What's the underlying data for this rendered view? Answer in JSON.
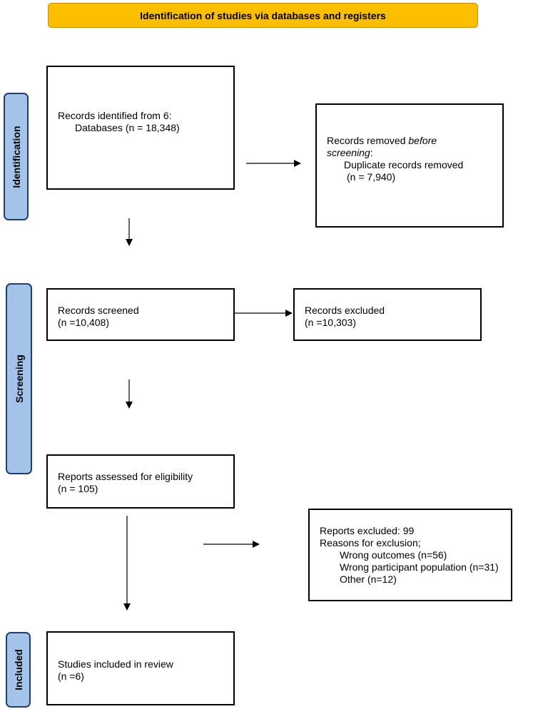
{
  "header": {
    "title": "Identification of studies via databases and registers"
  },
  "stages": [
    {
      "label": "Identification"
    },
    {
      "label": "Screening"
    },
    {
      "label": "Included"
    }
  ],
  "boxes": {
    "records_identified": {
      "line1": "Records identified from 6:",
      "line2": "Databases (n = 18,348)"
    },
    "records_removed": {
      "line1_a": "Records removed ",
      "line1_b": "before",
      "line2_a": "screening",
      "line2_b": ":",
      "line3": "Duplicate records removed",
      "line4": "(n = 7,940)"
    },
    "records_screened": {
      "line1": "Records screened",
      "line2": "(n =10,408)"
    },
    "records_excluded": {
      "line1": "Records excluded",
      "line2": "(n =10,303)"
    },
    "reports_assessed": {
      "line1": "Reports assessed for eligibility",
      "line2": "(n = 105)"
    },
    "reports_excluded": {
      "line1": "Reports excluded: 99",
      "line2": "Reasons for exclusion;",
      "reasons": [
        "Wrong outcomes (n=56)",
        "Wrong participant population (n=31)",
        "Other (n=12)"
      ]
    },
    "studies_included": {
      "line1": "Studies included in review",
      "line2": "(n =6)"
    }
  }
}
